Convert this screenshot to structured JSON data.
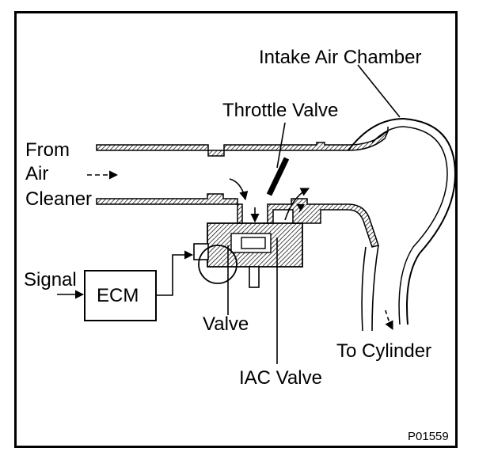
{
  "diagram": {
    "labels": {
      "intake_air_chamber": "Intake Air Chamber",
      "throttle_valve": "Throttle Valve",
      "from": "From",
      "air": "Air",
      "cleaner": "Cleaner",
      "signal": "Signal",
      "ecm": "ECM",
      "valve": "Valve",
      "to_cylinder": "To Cylinder",
      "iac_valve": "IAC Valve"
    },
    "figure_code": "P01559"
  }
}
